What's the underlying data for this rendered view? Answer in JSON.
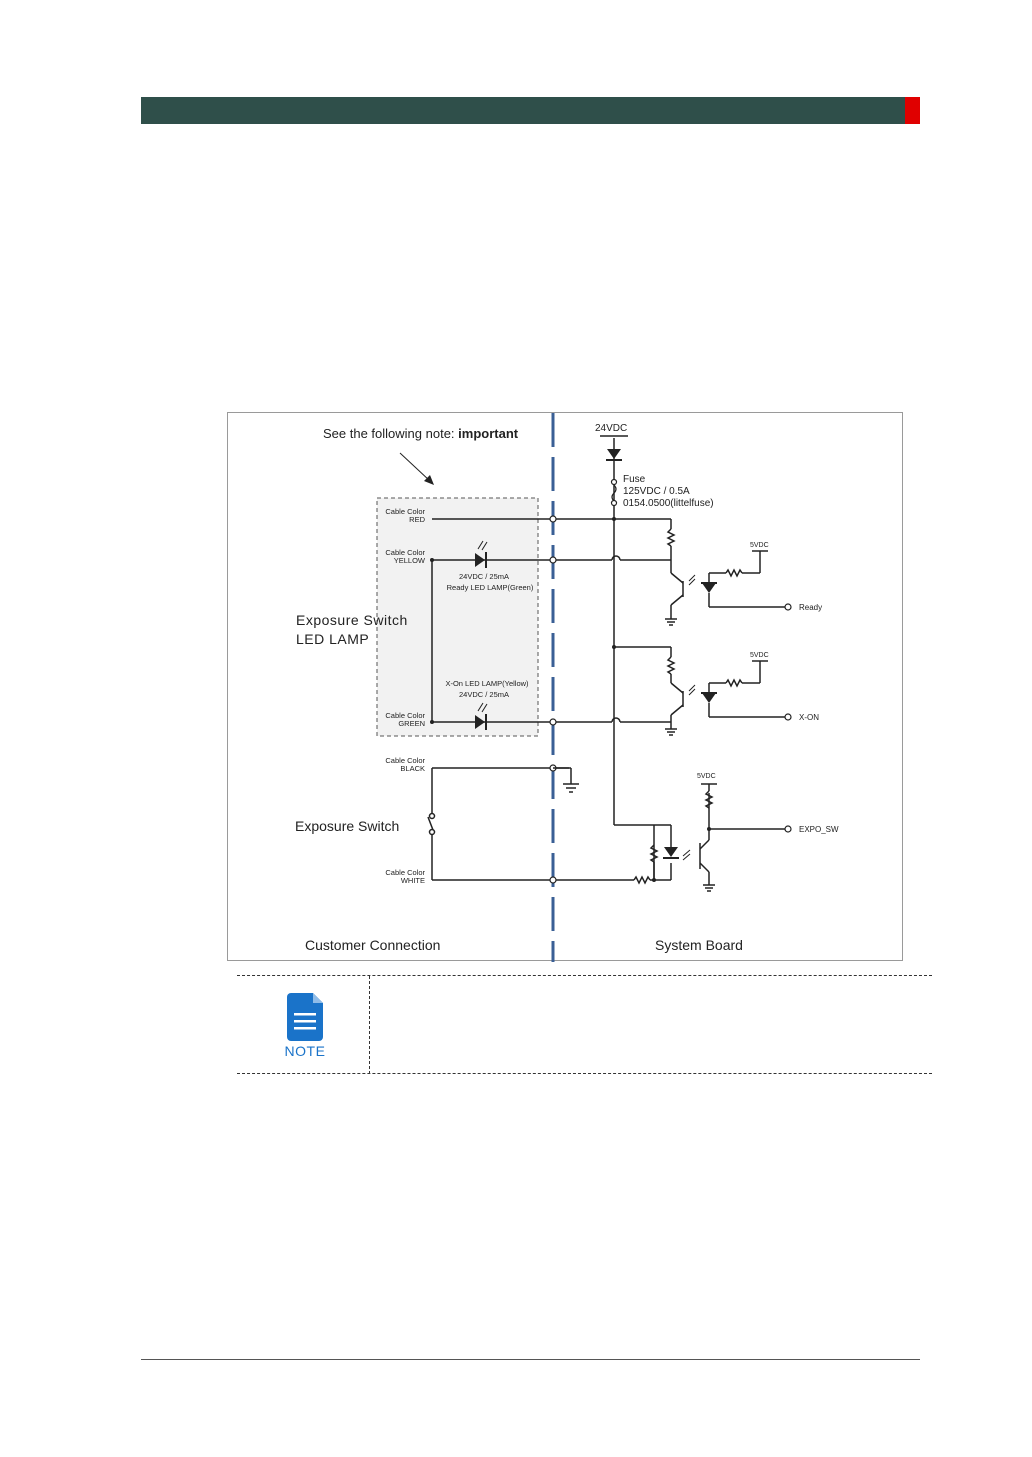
{
  "header": {
    "bar_color": "#2f4f4a",
    "tab_color": "#e00000"
  },
  "diagram": {
    "note_pointer": {
      "prefix": "See the following note: ",
      "emphasis": "important"
    },
    "supply": "24VDC",
    "fuse": {
      "label": "Fuse",
      "rating": "125VDC / 0.5A",
      "part": "0154.0500(littelfuse)"
    },
    "cables": [
      {
        "line1": "Cable Color",
        "line2": "RED"
      },
      {
        "line1": "Cable Color",
        "line2": "YELLOW"
      },
      {
        "line1": "Cable Color",
        "line2": "GREEN"
      },
      {
        "line1": "Cable Color",
        "line2": "BLACK"
      },
      {
        "line1": "Cable Color",
        "line2": "WHITE"
      }
    ],
    "ready_lamp": {
      "line1": "24VDC / 25mA",
      "line2": "Ready LED LAMP(Green)"
    },
    "xon_lamp": {
      "line1": "X-On LED LAMP(Yellow)",
      "line2": "24VDC / 25mA"
    },
    "group_led": {
      "line1": "Exposure  Switch",
      "line2": "LED LAMP"
    },
    "group_switch": "Exposure Switch",
    "rail_5v": "5VDC",
    "outputs": {
      "ready": "Ready",
      "xon": "X-ON",
      "expo": "EXPO_SW"
    },
    "sections": {
      "customer": "Customer Connection",
      "system": "System Board"
    },
    "divider_color": "#3a5f95"
  },
  "note": {
    "label": "NOTE",
    "icon": "document-note-icon",
    "color": "#1a73c9"
  }
}
